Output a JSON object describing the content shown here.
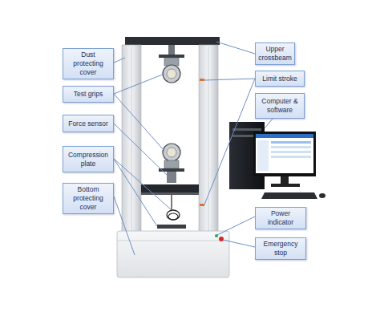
{
  "diagram": {
    "nodes": [
      {
        "text": [
          "Dust protecting cover"
        ]
      },
      {
        "text": [
          "Test grips"
        ]
      },
      {
        "text": [
          "Force sensor"
        ]
      },
      {
        "text": [
          "Compression plate"
        ]
      },
      {
        "text": [
          "Bottom protecting cover"
        ]
      },
      {
        "text": [
          "Upper crossbeam"
        ]
      },
      {
        "text": [
          "Limit stroke"
        ]
      },
      {
        "text": [
          "Computer & software"
        ]
      },
      {
        "text": [
          "Power indicator"
        ]
      },
      {
        "text": [
          "Emergency stop"
        ]
      }
    ]
  }
}
